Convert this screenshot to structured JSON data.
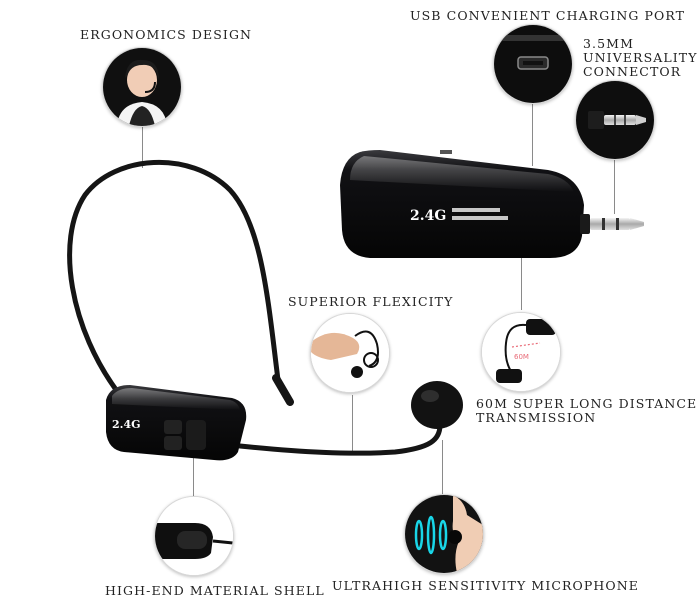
{
  "callouts": {
    "ergonomics": "ERGONOMICS DESIGN",
    "usb_port": "USB CONVENIENT CHARGING PORT",
    "connector_line1": "3.5MM",
    "connector_line2": "UNIVERSALITY",
    "connector_line3": "CONNECTOR",
    "flexicity": "SUPERIOR FLEXICITY",
    "distance_line1": "60M SUPER LONG DISTANCE",
    "distance_line2": "TRANSMISSION",
    "shell": "HIGH-END MATERIAL SHELL",
    "microphone": "ULTRAHIGH SENSITIVITY MICROPHONE"
  },
  "device": {
    "receiver_brand": "2.4G",
    "transmitter_brand": "2.4G",
    "distance_mark": "60M"
  },
  "colors": {
    "device_body": "#0c0c0e",
    "cable": "#151515",
    "label_text": "#222222",
    "leader_line": "#8a8a8a",
    "signal_cyan": "#19d6e8"
  }
}
